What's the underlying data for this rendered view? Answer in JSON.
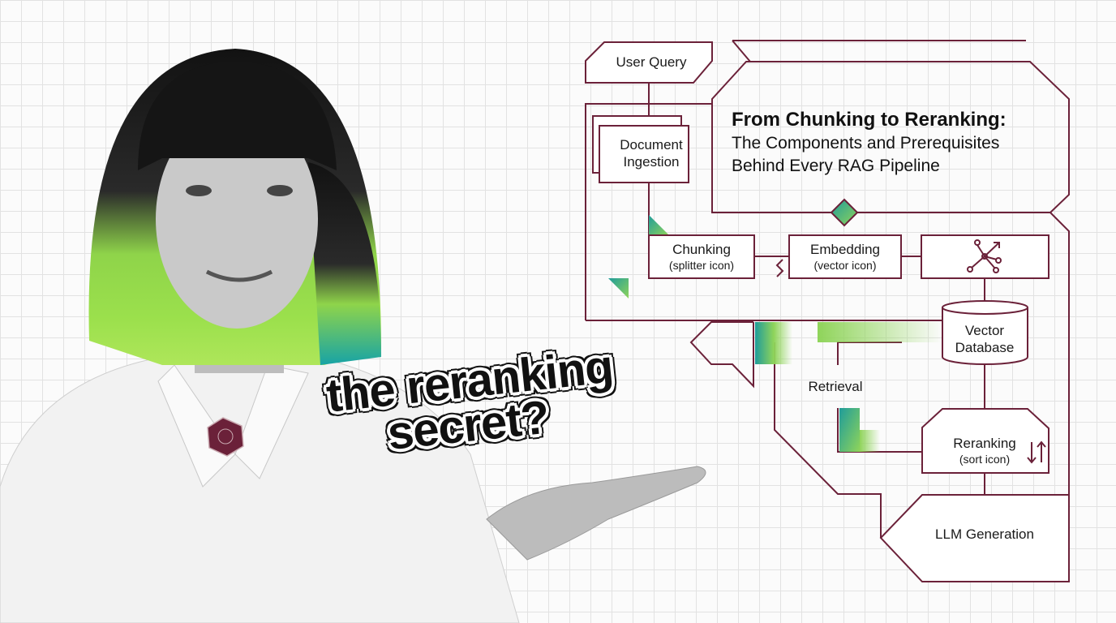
{
  "colors": {
    "line": "#6b2139",
    "green": "#8fd45a",
    "teal": "#1f9c9a",
    "background": "#fbfbfb"
  },
  "sticker": {
    "line1": "the reranking",
    "line2": "secret?"
  },
  "diagram": {
    "title": "From Chunking to Reranking:",
    "subtitle_line1": "The Components and Prerequisites",
    "subtitle_line2": "Behind Every RAG Pipeline",
    "nodes": {
      "user_query": "User Query",
      "doc_ingestion_1": "Document",
      "doc_ingestion_2": "Ingestion",
      "chunking": "Chunking",
      "chunking_sub": "(splitter icon)",
      "embedding": "Embedding",
      "embedding_sub": "(vector icon)",
      "vector_db_1": "Vector",
      "vector_db_2": "Database",
      "retrieval": "Retrieval",
      "reranking": "Reranking",
      "reranking_sub": "(sort icon)",
      "llm": "LLM Generation"
    },
    "icons": [
      "network-vector-icon",
      "sort-arrows-icon"
    ]
  }
}
